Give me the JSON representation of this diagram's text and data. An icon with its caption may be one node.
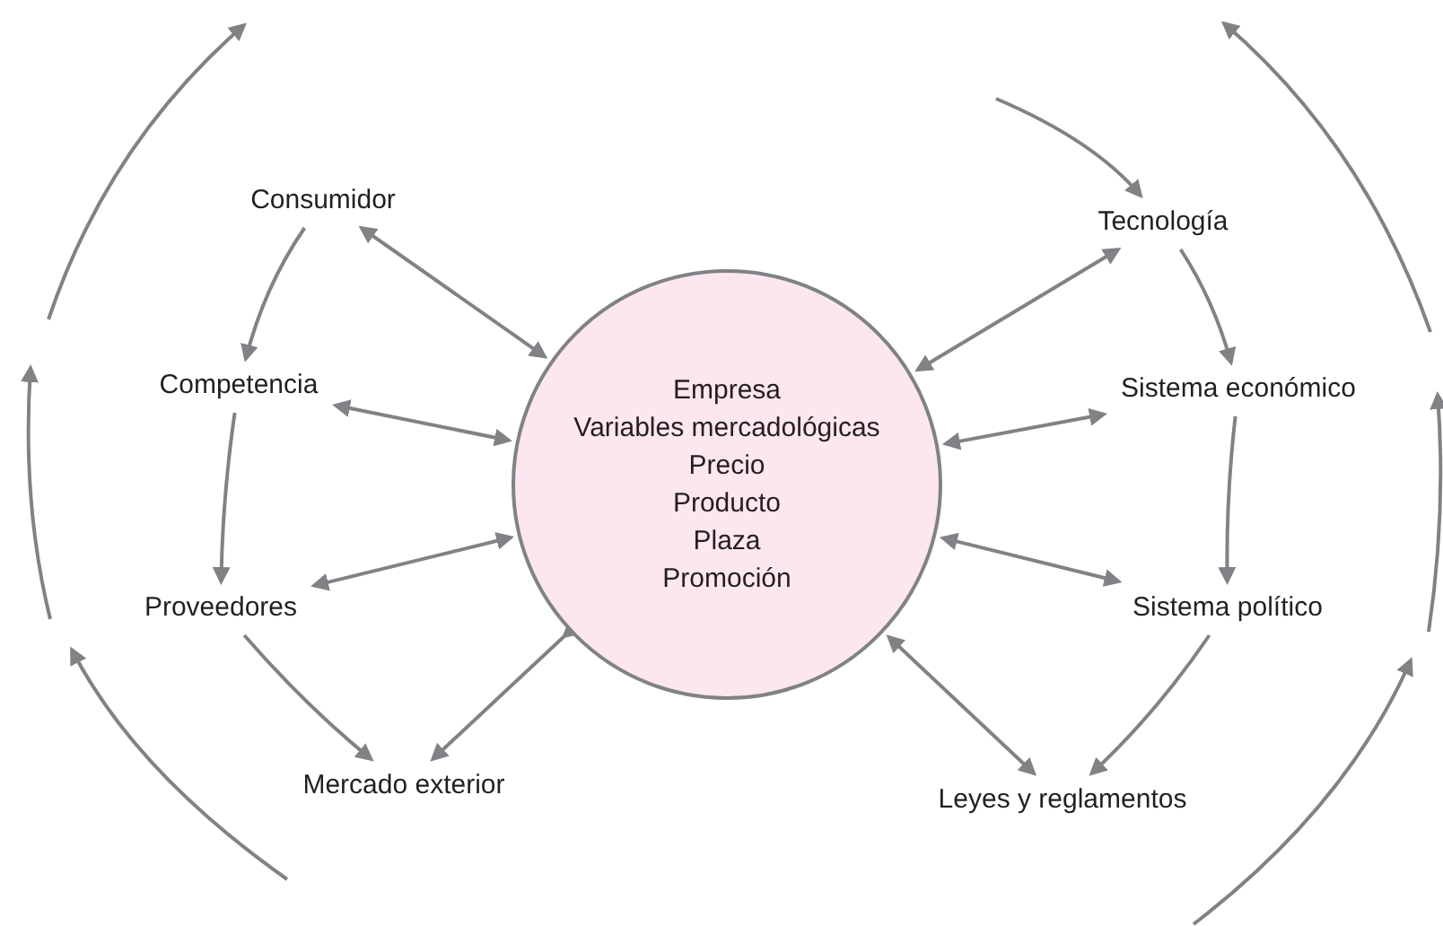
{
  "diagram": {
    "nodes": [
      {
        "text": [
          "Empresa",
          "Variables mercadológicas",
          "Precio",
          "Producto",
          "Plaza",
          "Promoción"
        ]
      },
      {
        "text": [
          "Consumidor"
        ]
      },
      {
        "text": [
          "Competencia"
        ]
      },
      {
        "text": [
          "Proveedores"
        ]
      },
      {
        "text": [
          "Mercado exterior"
        ]
      },
      {
        "text": [
          "Tecnología"
        ]
      },
      {
        "text": [
          "Sistema económico"
        ]
      },
      {
        "text": [
          "Sistema político"
        ]
      },
      {
        "text": [
          "Leyes y reglamentos"
        ]
      }
    ],
    "edges": [
      {
        "from": 0,
        "to": 1,
        "arrow": "both"
      },
      {
        "from": 0,
        "to": 2,
        "arrow": "both"
      },
      {
        "from": 0,
        "to": 3,
        "arrow": "both"
      },
      {
        "from": 0,
        "to": 4,
        "arrow": "both"
      },
      {
        "from": 0,
        "to": 5,
        "arrow": "both"
      },
      {
        "from": 0,
        "to": 6,
        "arrow": "both"
      },
      {
        "from": 0,
        "to": 7,
        "arrow": "both"
      },
      {
        "from": 0,
        "to": 8,
        "arrow": "both"
      },
      {
        "from": 1,
        "to": 2,
        "arrow": "to"
      },
      {
        "from": 2,
        "to": 3,
        "arrow": "to"
      },
      {
        "from": 3,
        "to": 4,
        "arrow": "to"
      },
      {
        "from": null,
        "to": 5,
        "arrow": "to"
      },
      {
        "from": 5,
        "to": 6,
        "arrow": "to"
      },
      {
        "from": 6,
        "to": 7,
        "arrow": "to"
      },
      {
        "from": 7,
        "to": 8,
        "arrow": "to"
      }
    ]
  }
}
